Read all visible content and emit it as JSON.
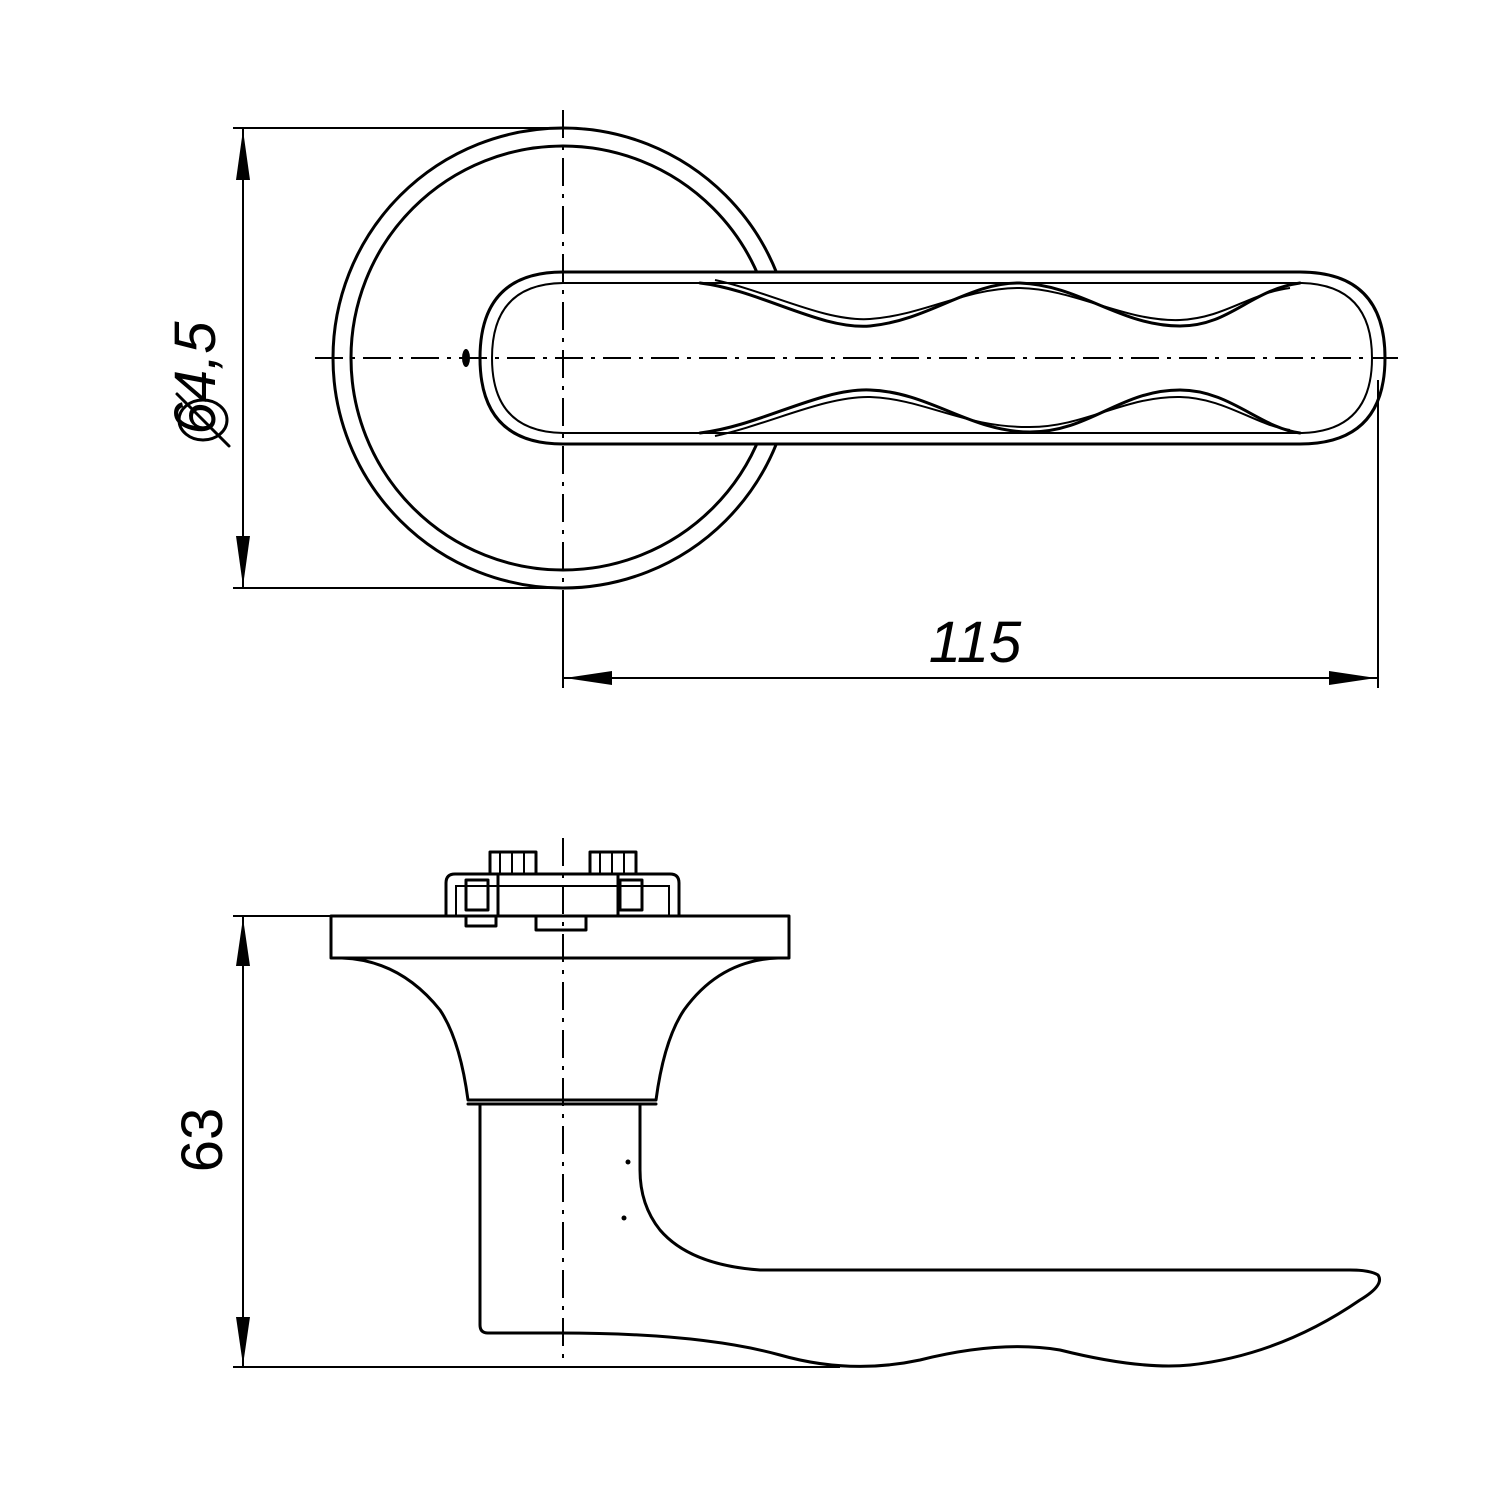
{
  "drawing": {
    "colors": {
      "line": "#000000",
      "background": "#ffffff"
    },
    "top_view": {
      "diameter_label": "64,5"
    },
    "length_label": "115",
    "side_view": {
      "height_label": "63"
    }
  }
}
